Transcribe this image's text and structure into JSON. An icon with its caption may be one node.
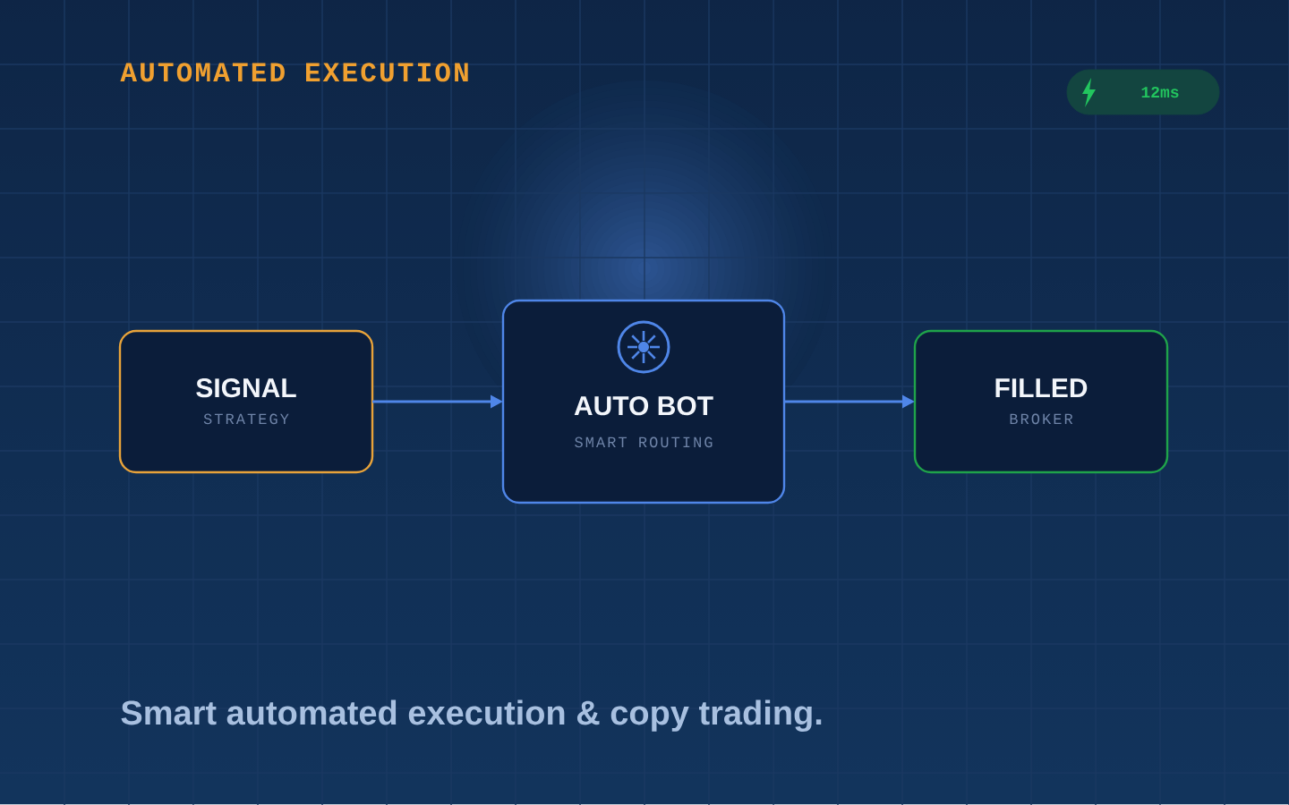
{
  "diagram": {
    "title": "AUTOMATED EXECUTION",
    "caption": "Smart automated execution & copy trading.",
    "nodes": [
      {
        "text": [
          "12ms"
        ]
      },
      {
        "text": [
          "SIGNAL",
          "STRATEGY"
        ]
      },
      {
        "text": [
          "AUTO BOT",
          "SMART ROUTING"
        ]
      },
      {
        "text": [
          "FILLED",
          "BROKER"
        ]
      }
    ],
    "edges": [
      {
        "from": 1,
        "to": 2,
        "arrow": "to"
      },
      {
        "from": 2,
        "to": 3,
        "arrow": "to"
      }
    ]
  }
}
